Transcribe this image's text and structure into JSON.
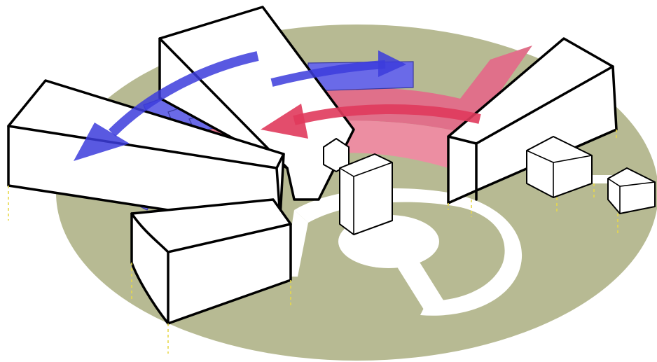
{
  "diagram": {
    "colors": {
      "ground": "#b7ba93",
      "circulation_path": "#ffffff",
      "building_fill": "#ffffff",
      "building_outline": "#000000",
      "blue_flow": "#4a4ae0",
      "red_flow": "#e0546e",
      "pillar_lines": "#e8d94a"
    },
    "elements": {
      "buildings": [
        "left-wing",
        "upper-wing",
        "front-wing",
        "right-wing",
        "central-tower",
        "small-pavilions"
      ],
      "flow_arrows": [
        "blue-clockwise-arrow",
        "blue-right-arrow",
        "red-left-arrow"
      ]
    }
  }
}
